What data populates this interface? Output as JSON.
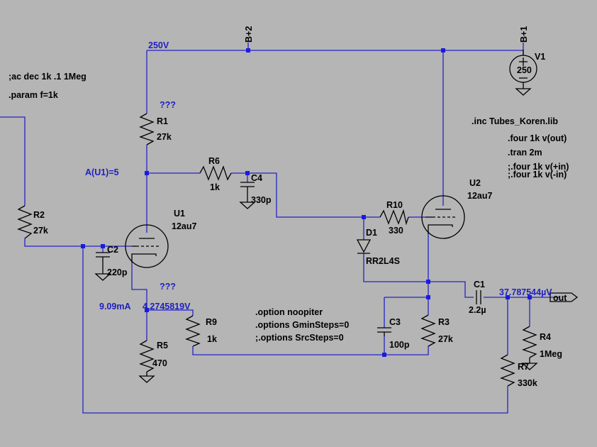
{
  "nets": {
    "b2": "B+2",
    "b1": "B+1",
    "v250": "250V",
    "gain": "A(U1)=5",
    "q1": "???",
    "q2": "???",
    "current": "9.09mA",
    "cathode_v": "4.2745819V",
    "out_v": "37.787544µV",
    "out_label": "out"
  },
  "components": {
    "v1": {
      "name": "V1",
      "value": "250"
    },
    "r1": {
      "name": "R1",
      "value": "27k"
    },
    "r2": {
      "name": "R2",
      "value": "27k"
    },
    "r6": {
      "name": "R6",
      "value": "1k"
    },
    "c4": {
      "name": "C4",
      "value": "330p"
    },
    "c2": {
      "name": "C2",
      "value": "220p"
    },
    "u1": {
      "name": "U1",
      "value": "12au7"
    },
    "u2": {
      "name": "U2",
      "value": "12au7"
    },
    "r10": {
      "name": "R10",
      "value": "330"
    },
    "d1": {
      "name": "D1",
      "value": "RR2L4S"
    },
    "c1": {
      "name": "C1",
      "value": "2.2µ"
    },
    "r9": {
      "name": "R9",
      "value": "1k"
    },
    "r5": {
      "name": "R5",
      "value": "470"
    },
    "c3": {
      "name": "C3",
      "value": "100p"
    },
    "r3": {
      "name": "R3",
      "value": "27k"
    },
    "r4": {
      "name": "R4",
      "value": "1Meg"
    },
    "r7": {
      "name": "R7",
      "value": "330k"
    }
  },
  "directives": {
    "ac": ";ac dec 1k .1 1Meg",
    "param": ".param f=1k",
    "inc": ".inc Tubes_Koren.lib",
    "four": ".four 1k v(out)",
    "tran": ".tran 2m",
    "four_in_p": ";.four 1k v(+in)",
    "four_in_n": ";.four 1k v(-in)",
    "noopiter": ".option noopiter",
    "gmin": ".options GminSteps=0",
    "src": ";.options SrcSteps=0"
  }
}
